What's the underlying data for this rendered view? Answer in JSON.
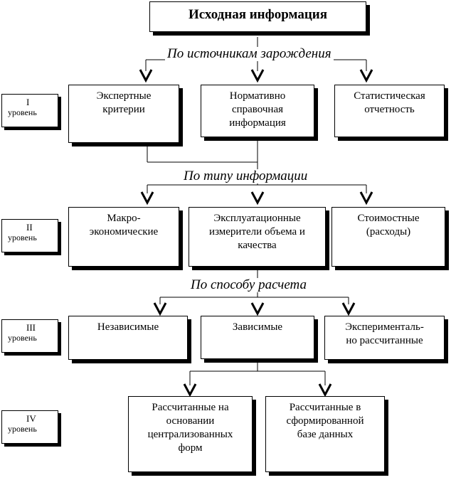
{
  "root": {
    "label": "Исходная информация"
  },
  "categories": {
    "by_origin": "По источникам зарождения",
    "by_type": "По типу информации",
    "by_calc": "По способу расчета"
  },
  "levels": [
    {
      "num": "I",
      "word": "уровень"
    },
    {
      "num": "II",
      "word": "уровень"
    },
    {
      "num": "III",
      "word": "уровень"
    },
    {
      "num": "IV",
      "word": "уровень"
    }
  ],
  "level1": [
    {
      "label": "Экспертные\nкритерии"
    },
    {
      "label": "Нормативно\nсправочная\nинформация"
    },
    {
      "label": "Статистическая\nотчетность"
    }
  ],
  "level2": [
    {
      "label": "Макро-\nэкономические"
    },
    {
      "label": "Эксплуатационные\nизмерители объема и\nкачества"
    },
    {
      "label": "Стоимостные\n(расходы)"
    }
  ],
  "level3": [
    {
      "label": "Независимые"
    },
    {
      "label": "Зависимые"
    },
    {
      "label": "Эксперименталь-\nно рассчитанные"
    }
  ],
  "level4": [
    {
      "label": "Рассчитанные на\nосновании\nцентрализованных\nформ"
    },
    {
      "label": "Рассчитанные в\nсформированной\nбазе данных"
    }
  ]
}
